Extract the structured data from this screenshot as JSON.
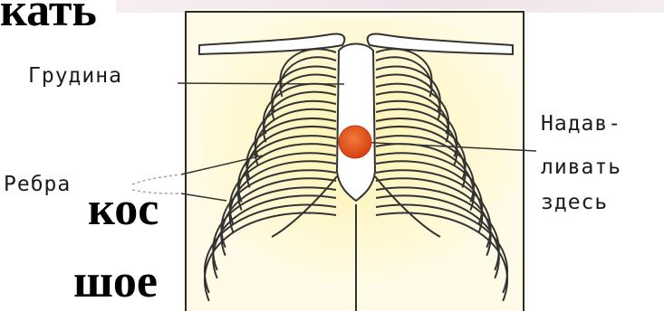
{
  "background_text": {
    "fragment_top": "кать",
    "fragment_mid": "кос",
    "fragment_bot": "шое"
  },
  "diagram": {
    "labels": {
      "sternum": "Грудина",
      "ribs": "Ребра",
      "press_here_line1": "Надав-",
      "press_here_line2": "ливать",
      "press_here_line3": "здесь"
    },
    "colors": {
      "panel": "#fffbe6",
      "panel_inner": "#fff6c8",
      "bone_stroke": "#333333",
      "press_point": "#e0541a"
    }
  }
}
